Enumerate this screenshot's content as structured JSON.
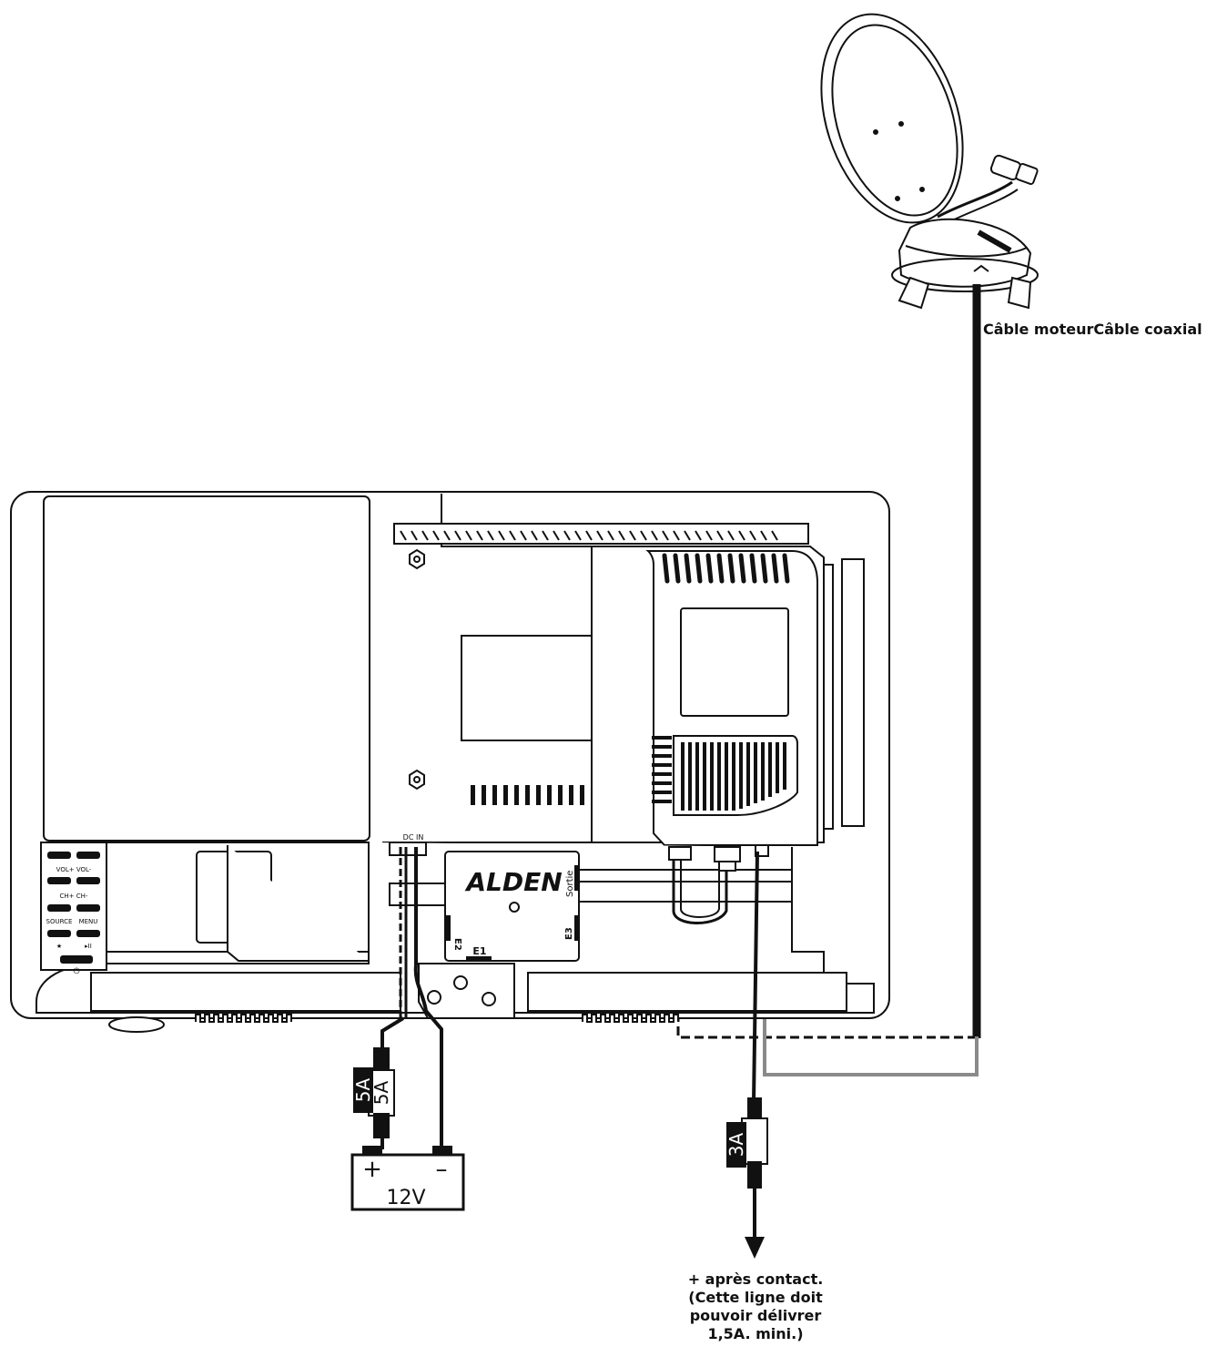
{
  "labels": {
    "cable_moteur": "Câble moteur",
    "cable_coaxial": "Câble coaxial",
    "note": {
      "line1": "+ après contact.",
      "line2": "(Cette ligne doit",
      "line3": "pouvoir délivrer",
      "line4": "1,5A. mini.)"
    }
  },
  "battery": {
    "voltage": "12V",
    "plus": "+",
    "minus": "–"
  },
  "fuses": {
    "tv": "5A",
    "aux": "3A"
  },
  "module": {
    "brand": "ALDEN",
    "port_output": "Sortie",
    "port_e1": "E1",
    "port_e2": "E2",
    "port_e3": "E3"
  },
  "tv": {
    "dc_in": "DC IN",
    "buttons": {
      "vol": "VOL+  VOL-",
      "ch": "CH+  CH-",
      "source": "SOURCE",
      "menu": "MENU",
      "star": "★",
      "playpause": "▸II",
      "power": "⏻"
    }
  },
  "colors": {
    "line": "#111111",
    "coax": "#888888"
  }
}
